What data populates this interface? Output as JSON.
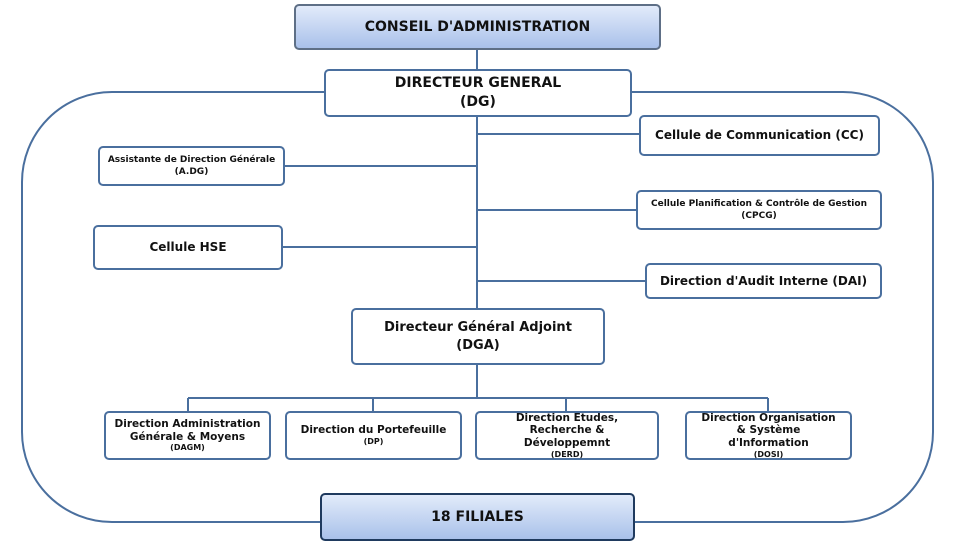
{
  "nodes": {
    "ca": {
      "title": "CONSEIL D'ADMINISTRATION"
    },
    "dg": {
      "title": "DIRECTEUR GENERAL",
      "abbr": "(DG)"
    },
    "adg": {
      "title": "Assistante de Direction Générale",
      "abbr": "(A.DG)"
    },
    "cc": {
      "title": "Cellule de Communication (CC)"
    },
    "cpcg": {
      "title": "Cellule Planification & Contrôle de Gestion",
      "abbr": "(CPCG)"
    },
    "hse": {
      "title": "Cellule HSE"
    },
    "dai": {
      "title": "Direction d'Audit Interne (DAI)"
    },
    "dga": {
      "title": "Directeur Général Adjoint",
      "abbr": "(DGA)"
    },
    "dagm": {
      "title": "Direction Administration Générale & Moyens",
      "abbr": "(DAGM)"
    },
    "dp": {
      "title": "Direction du Portefeuille",
      "abbr": "(DP)"
    },
    "derd": {
      "title": "Direction Etudes, Recherche & Développemnt",
      "abbr": "(DERD)"
    },
    "dosi": {
      "title": "Direction Organisation & Système d'Information",
      "abbr": "(DOSI)"
    },
    "filiales": {
      "title": "18 FILIALES"
    }
  },
  "colors": {
    "line": "#4a6f9e",
    "box_border": "#4a6f9e",
    "gradient_top": "#e2ebfa",
    "gradient_bottom": "#a9c1ea"
  }
}
